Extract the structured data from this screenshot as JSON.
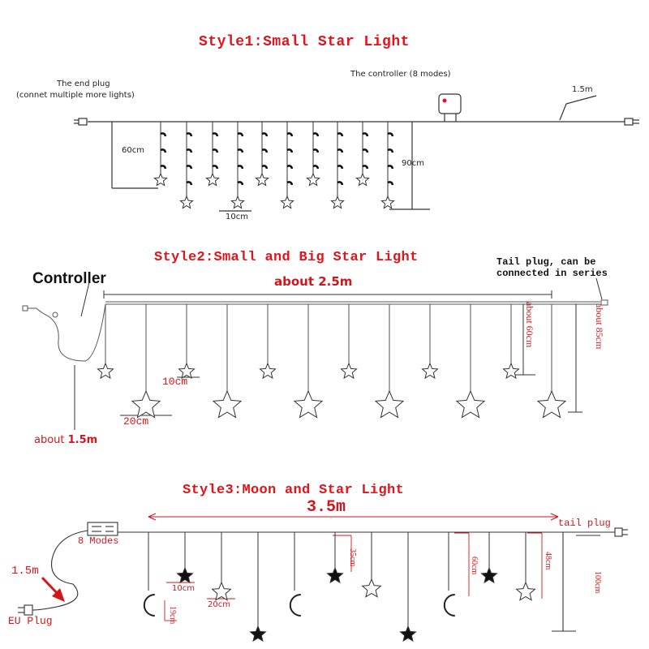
{
  "style1": {
    "title": "Style1:Small Star Light",
    "end_plug": "The end plug",
    "end_plug_note": "(connet multiple more lights)",
    "controller": "The controller (8 modes)",
    "cable_length": "1.5m",
    "short_drop": "60cm",
    "long_drop": "90cm",
    "star_spacing": "10cm"
  },
  "style2": {
    "title": "Style2:Small and Big Star Light",
    "controller": "Controller",
    "total_length": "about 2.5m",
    "tail_plug": "Tail plug, can be",
    "tail_plug_2": "connected in series",
    "short_drop": "about 60cm",
    "long_drop": "about 85cm",
    "small_star": "10cm",
    "big_star": "20cm",
    "cable_prefix": "about ",
    "cable_value": "1.5m"
  },
  "style3": {
    "title": "Style3:Moon and Star Light",
    "total_length": "3.5m",
    "modes": "8 Modes",
    "tail_plug": "tail plug",
    "cable_length": "1.5m",
    "eu_plug": "EU Plug",
    "small_star": "10cm",
    "big_star": "20cm",
    "moon": "19cm",
    "drop_35": "35cm",
    "drop_60": "60cm",
    "drop_48": "48cm",
    "drop_100": "100cm"
  },
  "colors": {
    "title": "#e0141a",
    "line": "#333333",
    "dimension": "#d4161b"
  }
}
